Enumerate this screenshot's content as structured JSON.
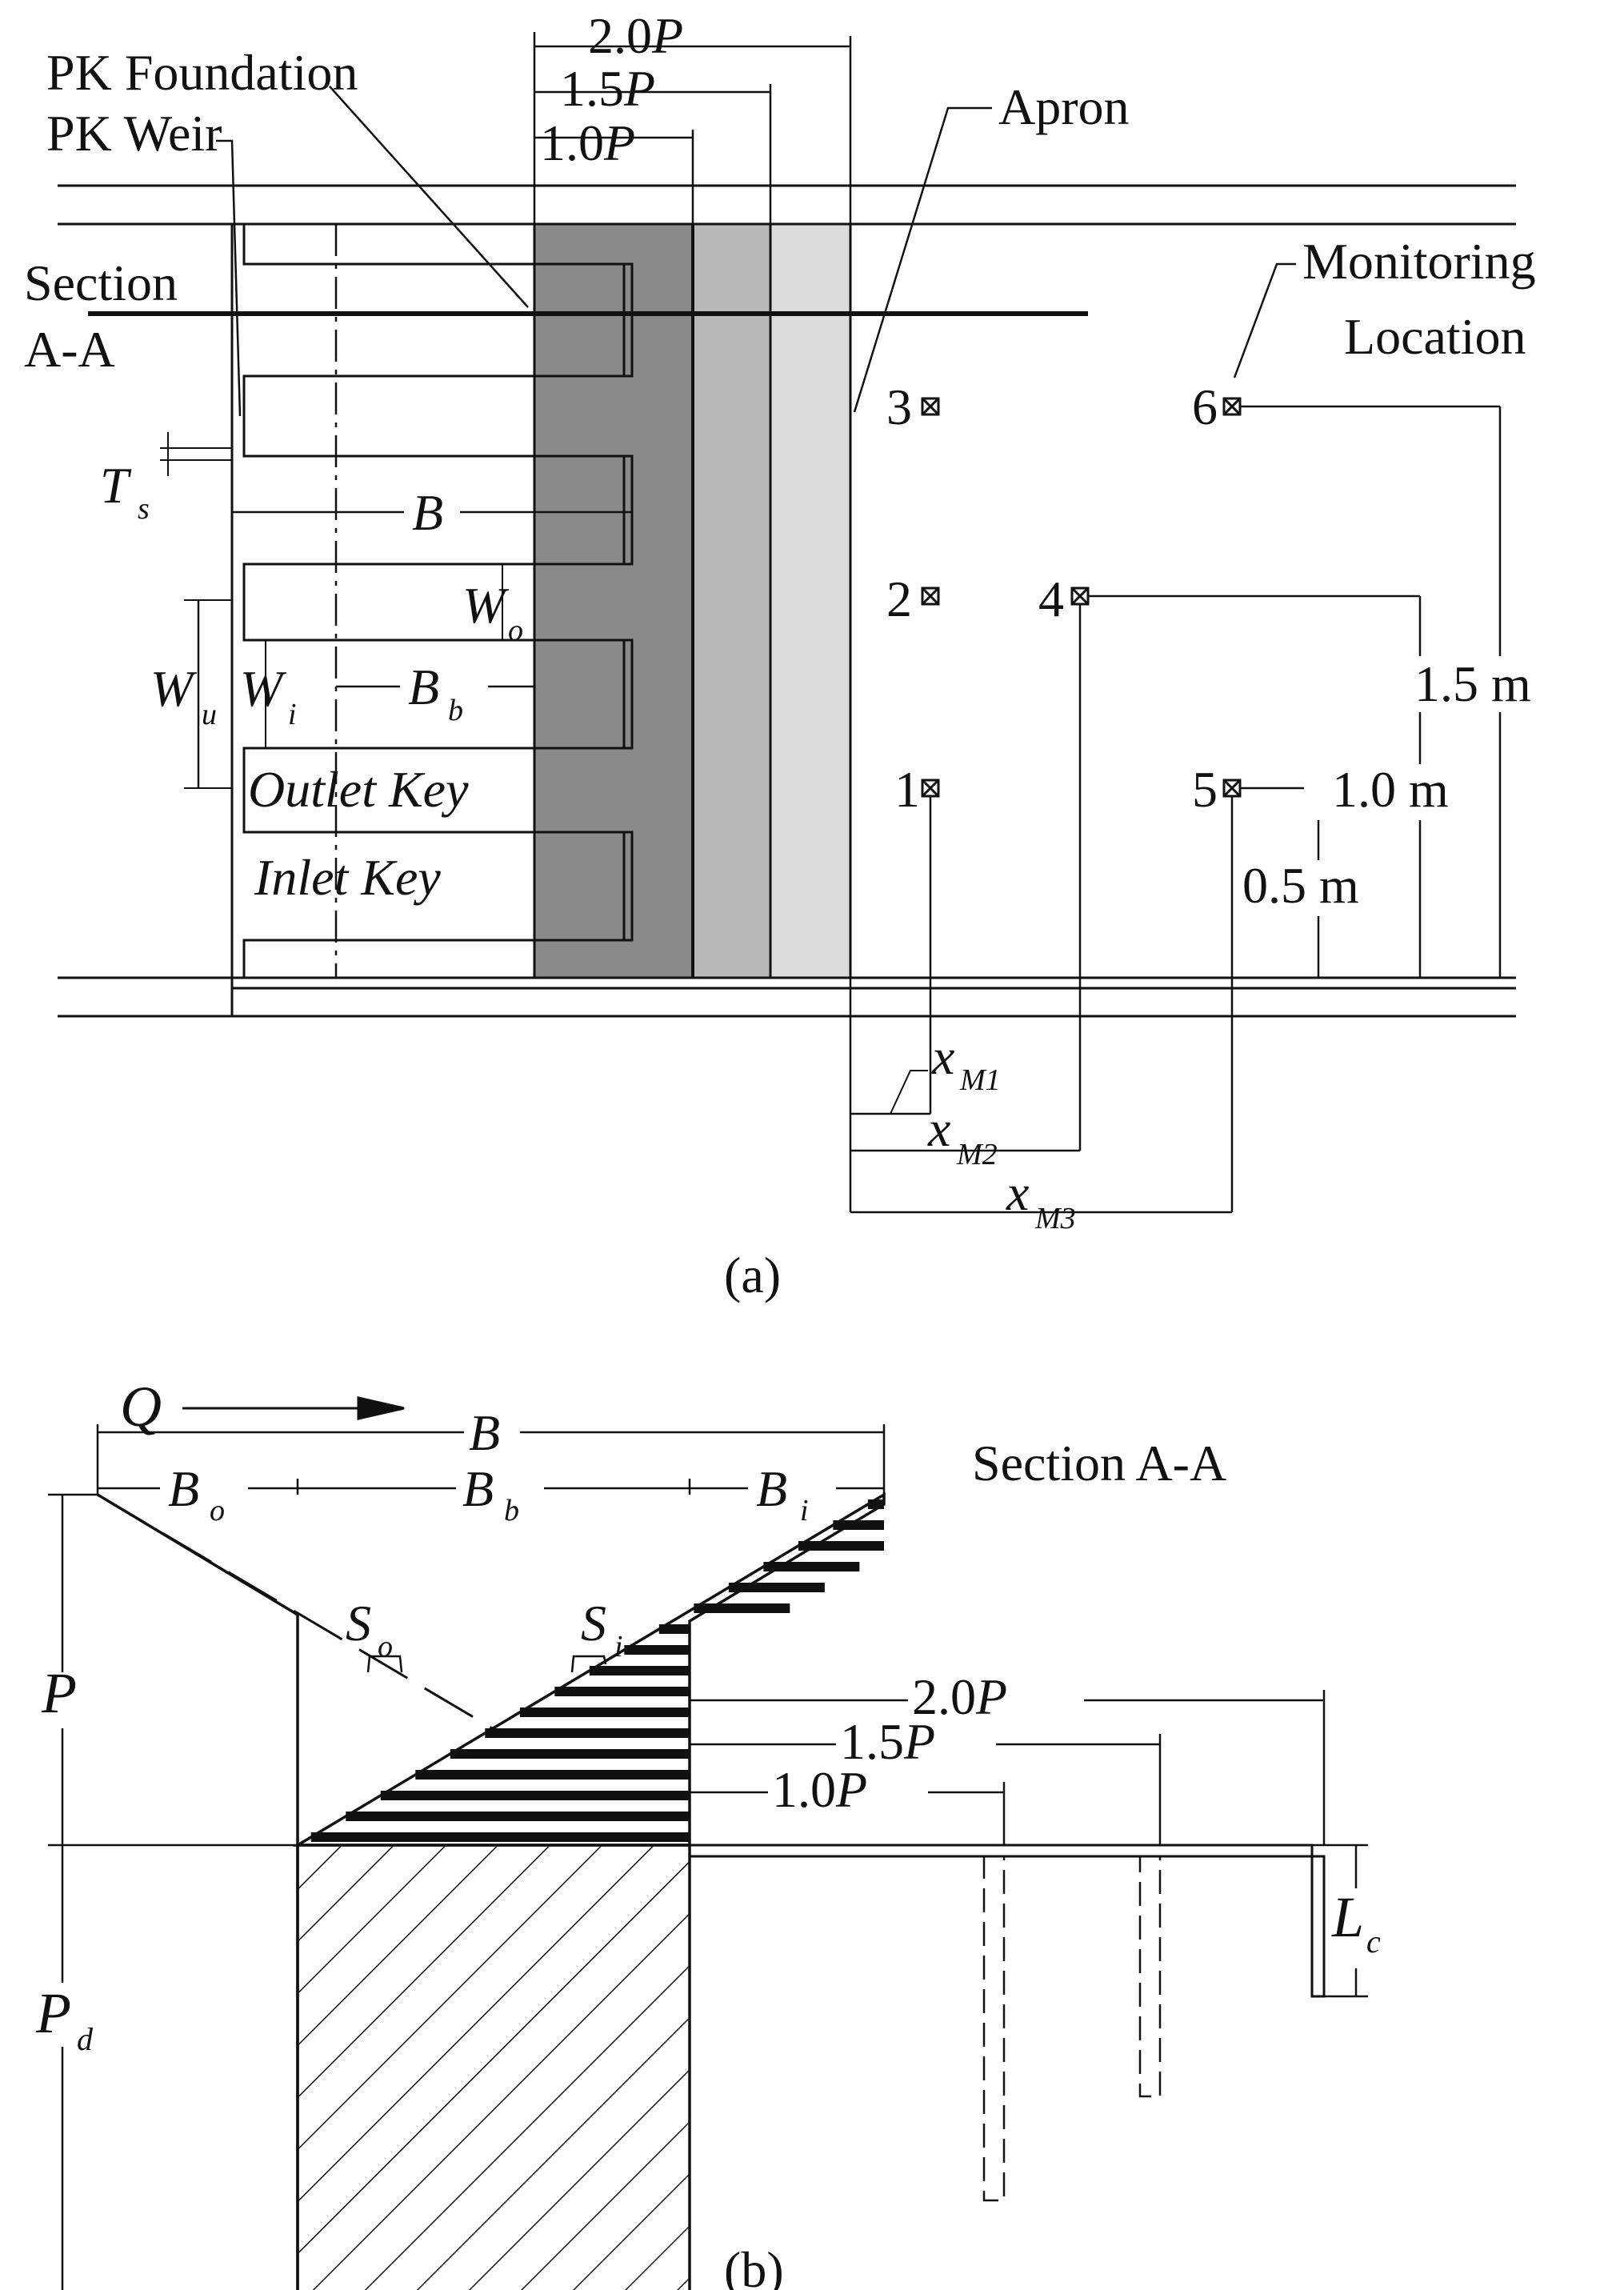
{
  "panel_a": {
    "caption": "(a)",
    "labels": {
      "pk_foundation": "PK Foundation",
      "pk_weir": "PK Weir",
      "apron": "Apron",
      "section": "Section",
      "section_aa": "A-A",
      "monitoring_1": "Monitoring",
      "monitoring_2": "Location",
      "outlet_key": "Outlet Key",
      "inlet_key": "Inlet Key",
      "dim_2p": "2.0",
      "dim_15p": "1.5",
      "dim_10p": "1.0",
      "p_symbol": "P",
      "b": "B",
      "ts": "T",
      "ts_sub": "s",
      "wo": "W",
      "wo_sub": "o",
      "wu": "W",
      "wu_sub": "u",
      "wi": "W",
      "wi_sub": "i",
      "bb": "B",
      "bb_sub": "b",
      "d15m": "1.5 m",
      "d10m": "1.0 m",
      "d05m": "0.5 m",
      "x": "x",
      "xm1_sub": "M1",
      "xm2_sub": "M2",
      "xm3_sub": "M3"
    },
    "monitoring_points": [
      "1",
      "2",
      "3",
      "4",
      "5",
      "6"
    ],
    "colors": {
      "foundation_fill": "#8a8a8a",
      "apron_1p5_fill": "#b9b9b9",
      "apron_2p_fill": "#dcdcdc"
    }
  },
  "panel_b": {
    "caption": "(b)",
    "labels": {
      "q": "Q",
      "section_aa": "Section A-A",
      "b": "B",
      "bo": "B",
      "bo_sub": "o",
      "bb": "B",
      "bb_sub": "b",
      "bi": "B",
      "bi_sub": "i",
      "so": "S",
      "so_sub": "o",
      "si": "S",
      "si_sub": "i",
      "p": "P",
      "pd": "P",
      "pd_sub": "d",
      "lc": "L",
      "lc_sub": "c",
      "dim_2p": "2.0",
      "dim_15p": "1.5",
      "dim_10p": "1.0",
      "p_symbol": "P"
    }
  }
}
